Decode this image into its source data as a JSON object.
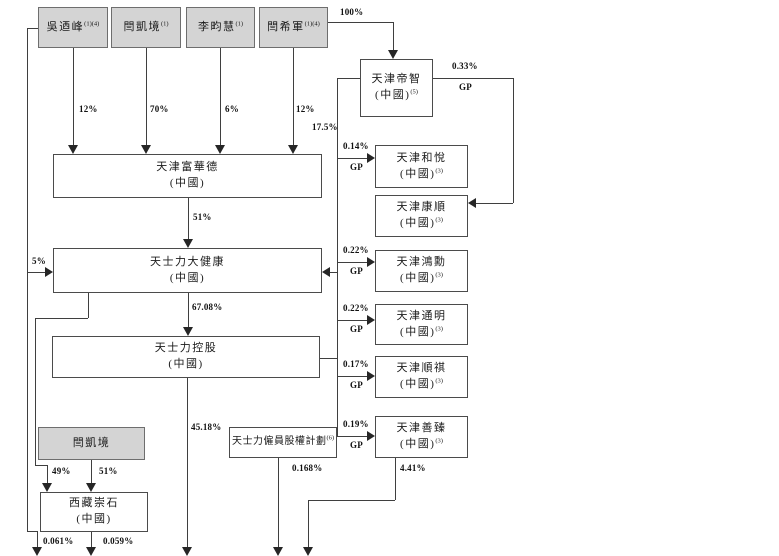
{
  "boxes": {
    "wu_naifeng": {
      "name": "吳迺峰",
      "note": "(1)(4)"
    },
    "yan_kaijing": {
      "name": "閆凱境",
      "note": "(1)"
    },
    "li_yunhui": {
      "name": "李畇慧",
      "note": "(1)"
    },
    "yan_xijun": {
      "name": "閆希軍",
      "note": "(1)(4)"
    },
    "tianjin_dizhi": {
      "name": "天津帝智",
      "region": "(中國)",
      "note": "(5)"
    },
    "tianjin_fuhuade": {
      "name": "天津富華德",
      "region": "(中國)"
    },
    "tasly_dajiankang": {
      "name": "天士力大健康",
      "region": "(中國)"
    },
    "tasly_kongu": {
      "name": "天士力控股",
      "region": "(中國)"
    },
    "tianjin_heyue": {
      "name": "天津和悅",
      "region": "(中國)",
      "note": "(3)"
    },
    "tianjin_kangshun": {
      "name": "天津康順",
      "region": "(中國)",
      "note": "(3)"
    },
    "tianjin_hongxun": {
      "name": "天津鴻勳",
      "region": "(中國)",
      "note": "(3)"
    },
    "tianjin_tongming": {
      "name": "天津通明",
      "region": "(中國)",
      "note": "(3)"
    },
    "tianjin_shunqi": {
      "name": "天津順祺",
      "region": "(中國)",
      "note": "(3)"
    },
    "tianjin_shanzhen": {
      "name": "天津善臻",
      "region": "(中國)",
      "note": "(3)"
    },
    "yan_kaijing_lower": {
      "name": "閆凱境"
    },
    "xizang_chongshi": {
      "name": "西藏崇石",
      "region": "(中國)"
    },
    "esop": {
      "name": "天士力僱員股權計劃",
      "note": "(6)"
    }
  },
  "labels": {
    "wu_to_fuhuade": "12%",
    "yankaijing_to_fuhuade": "70%",
    "li_to_fuhuade": "6%",
    "yanxijun_to_fuhuade": "12%",
    "yanxijun_to_dizhi": "100%",
    "fuhuade_to_dajiankang": "51%",
    "wu_to_dajiankang": "5%",
    "partnerships_to_dajiankang": "17.5%",
    "dajiankang_to_kongu": "67.08%",
    "kongu_down": "45.18%",
    "gp": "GP",
    "dizhi_to_kangshun": "0.33%",
    "dizhi_to_heyue": "0.14%",
    "dizhi_to_hongxun": "0.22%",
    "dizhi_to_tongming": "0.22%",
    "dizhi_to_shunqi": "0.17%",
    "dizhi_to_shanzhen": "0.19%",
    "dajiankang_to_chongshi": "49%",
    "yankaijing_to_chongshi": "51%",
    "wu_down": "0.061%",
    "chongshi_down": "0.059%",
    "esop_down": "0.168%",
    "shanzhen_down": "4.41%"
  }
}
